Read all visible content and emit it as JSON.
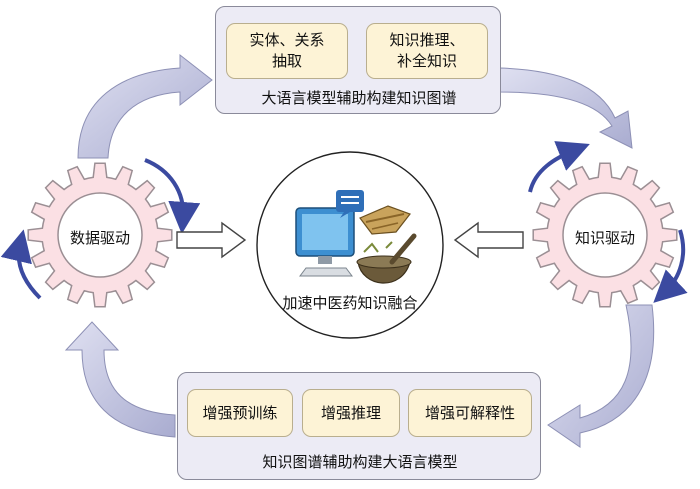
{
  "top_panel": {
    "chips": [
      {
        "line1": "实体、关系",
        "line2": "抽取"
      },
      {
        "line1": "知识推理、",
        "line2": "补全知识"
      }
    ],
    "caption": "大语言模型辅助构建知识图谱"
  },
  "bottom_panel": {
    "chips": [
      "增强预训练",
      "增强推理",
      "增强可解释性"
    ],
    "caption": "知识图谱辅助构建大语言模型"
  },
  "left_gear": {
    "label": "数据驱动"
  },
  "right_gear": {
    "label": "知识驱动"
  },
  "center": {
    "label": "加速中医药知识融合"
  },
  "colors": {
    "panel_fill": "#ecebf5",
    "chip_fill": "#fdf3d6",
    "gear_fill": "#fbe0e4",
    "gear_stroke": "#9b8f94",
    "flow_arrow_fill": "#c7c9e3",
    "rotation_arrow": "#3b4aa0"
  }
}
